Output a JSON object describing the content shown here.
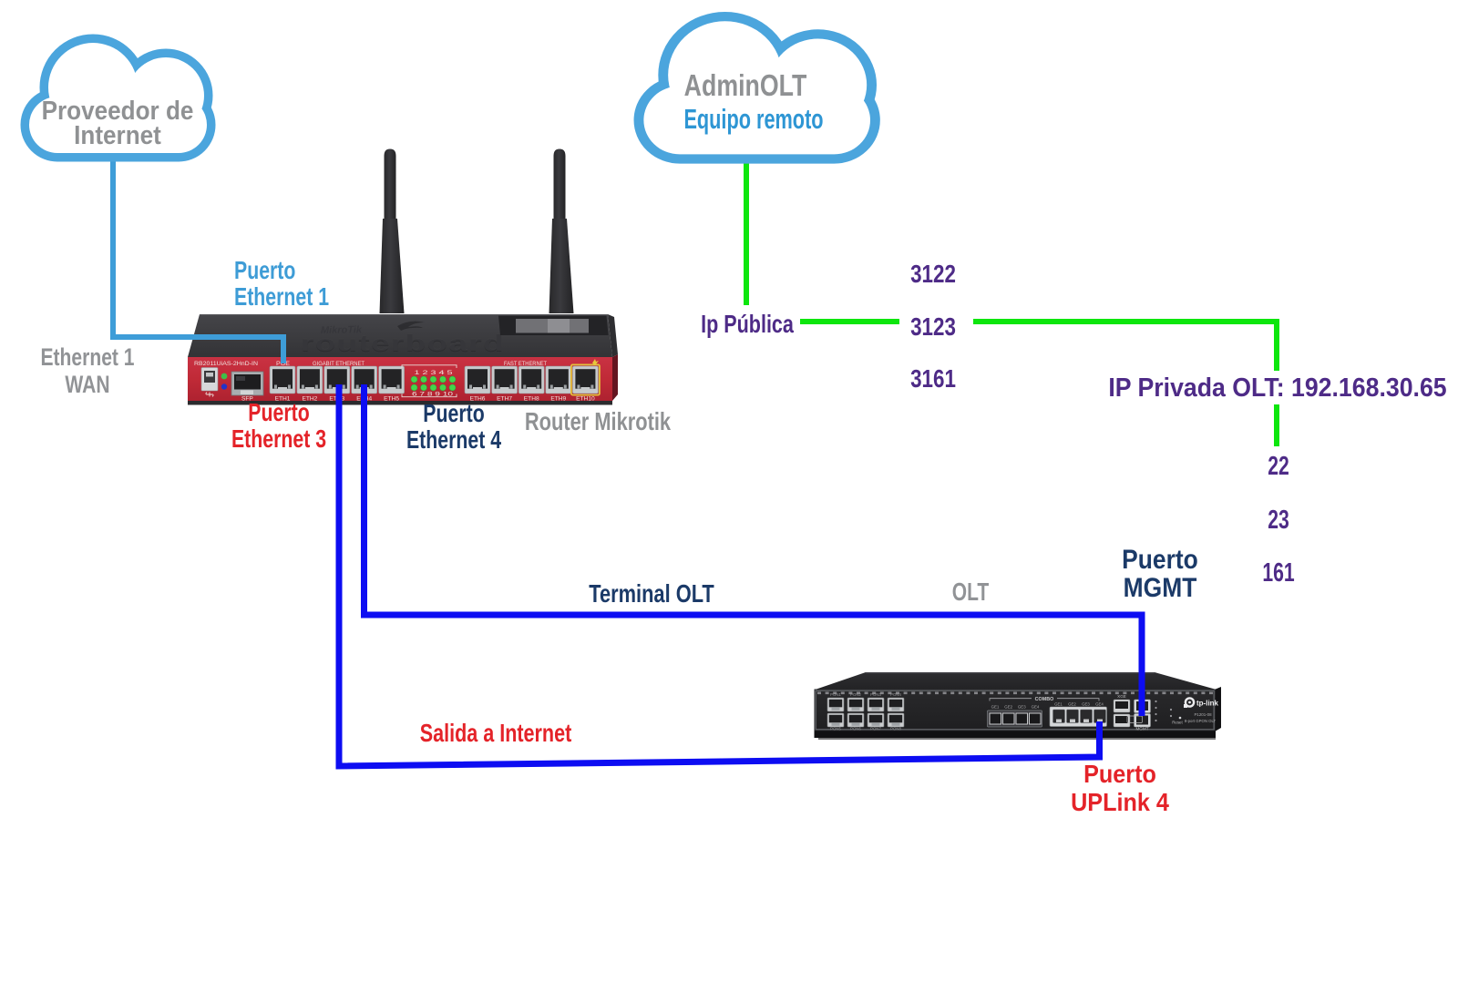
{
  "clouds": {
    "isp": {
      "line1": "Proveedor de",
      "line2": "Internet"
    },
    "admin": {
      "title": "AdminOLT",
      "subtitle": "Equipo remoto"
    }
  },
  "labels": {
    "puerto_eth1": {
      "line1": "Puerto",
      "line2": "Ethernet 1"
    },
    "ethernet1_wan": {
      "line1": "Ethernet 1",
      "line2": "WAN"
    },
    "puerto_eth3": {
      "line1": "Puerto",
      "line2": "Ethernet 3"
    },
    "puerto_eth4": {
      "line1": "Puerto",
      "line2": "Ethernet 4"
    },
    "router_name": "Router Mikrotik",
    "ip_publica": "Ip Pública",
    "nat_ports": [
      "3122",
      "3123",
      "3161"
    ],
    "ip_privada": "IP Privada OLT: 192.168.30.65",
    "olt_ports": [
      "22",
      "23",
      "161"
    ],
    "puerto_mgmt": {
      "line1": "Puerto",
      "line2": "MGMT"
    },
    "terminal_olt": "Terminal OLT",
    "olt_name": "OLT",
    "salida_internet": "Salida a Internet",
    "puerto_uplink": {
      "line1": "Puerto",
      "line2": "UPLink 4"
    }
  },
  "router": {
    "model": "RB2011UiAS-2HnD-IN",
    "brand_script": "MikroTik",
    "brand": "routerboard",
    "poe": "POE",
    "gigabit_section": "GIGABIT ETHERNET",
    "fast_section": "FAST ETHERNET",
    "sfp": "SFP",
    "gig_ports": [
      "ETH1",
      "ETH2",
      "ETH3",
      "ETH4",
      "ETH5"
    ],
    "fast_ports": [
      "ETH6",
      "ETH7",
      "ETH8",
      "ETH9",
      "ETH10"
    ],
    "led_numbers_top": "1  2  3  4  5",
    "led_numbers_bottom": "6  7  8  9  10"
  },
  "olt": {
    "brand": "tp-link",
    "model": "P1201-08",
    "description": "8-port GPON OLT",
    "combo": "COMBO",
    "mgmt": "MGMT",
    "xge": "XGE",
    "reset": "Reset",
    "pon_top": [
      "PON1",
      "PON2",
      "PON3",
      "PON4"
    ],
    "pon_bottom": [
      "PON5",
      "PON6",
      "PON7",
      "PON8"
    ],
    "combo_sfp_ports": [
      "GE1",
      "GE2",
      "GE3",
      "GE4"
    ],
    "combo_rj45_ports": [
      "GE1",
      "GE2",
      "GE3",
      "GE4"
    ]
  },
  "colors": {
    "cloud_stroke": "#4BA5DD",
    "light_blue_line": "#3E9DD8",
    "green_line": "#0DE60D",
    "blue_line": "#0D0DF2",
    "gray_text": "#8F9193",
    "light_blue_text": "#3E9CD6",
    "navy_text": "#1B3A68",
    "red_text": "#E42329",
    "purple_text": "#4E2B87",
    "router_panel": "#C22B38",
    "body_dark": "#38383B"
  }
}
